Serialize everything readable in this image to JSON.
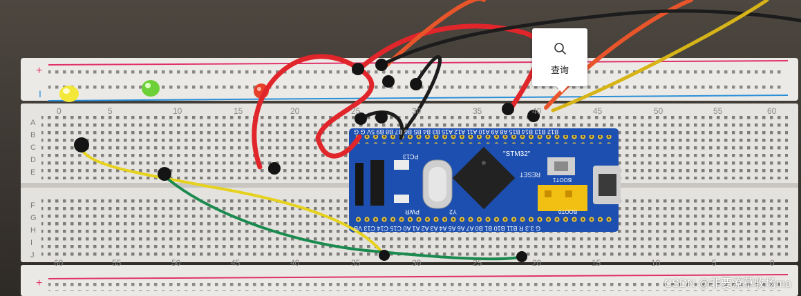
{
  "popup": {
    "label": "查询",
    "icon": "search-icon"
  },
  "watermark": "CSDN @非要潦草收场ma",
  "breadboard": {
    "top_numbers": [
      "0",
      "5",
      "10",
      "15",
      "20",
      "25",
      "30",
      "35",
      "40",
      "45",
      "50",
      "55",
      "60"
    ],
    "bottom_numbers": [
      "60",
      "55",
      "50",
      "45",
      "40",
      "35",
      "30",
      "25",
      "20",
      "15",
      "10",
      "5",
      "0"
    ],
    "upper_rows": [
      "A",
      "B",
      "C",
      "D",
      "E"
    ],
    "lower_rows": [
      "F",
      "G",
      "H",
      "I",
      "J"
    ],
    "rail_plus": "+",
    "rail_minus": "I"
  },
  "board": {
    "chip_text": "\"STM32\"",
    "top_pins": "B12 B13 B14 B15 A8 A9 A10 A11 A12 A15 B3 B4 B5 B6 B7 B8 B9 5V G G",
    "bottom_pins": "G 3.3 R B11 B10 B1 B0 A7 A6 A5 A4 A3 A2 A1 A0 C15 C14 C13 VB",
    "labels": [
      "PC13",
      "PWR",
      "Y2",
      "RESET",
      "BOOT1",
      "BOOT0"
    ]
  },
  "colors": {
    "board": "#1c4fb0",
    "breadboard": "#e8e6e2",
    "red_line": "#e0306a",
    "blue_line": "#2a8fd8"
  }
}
